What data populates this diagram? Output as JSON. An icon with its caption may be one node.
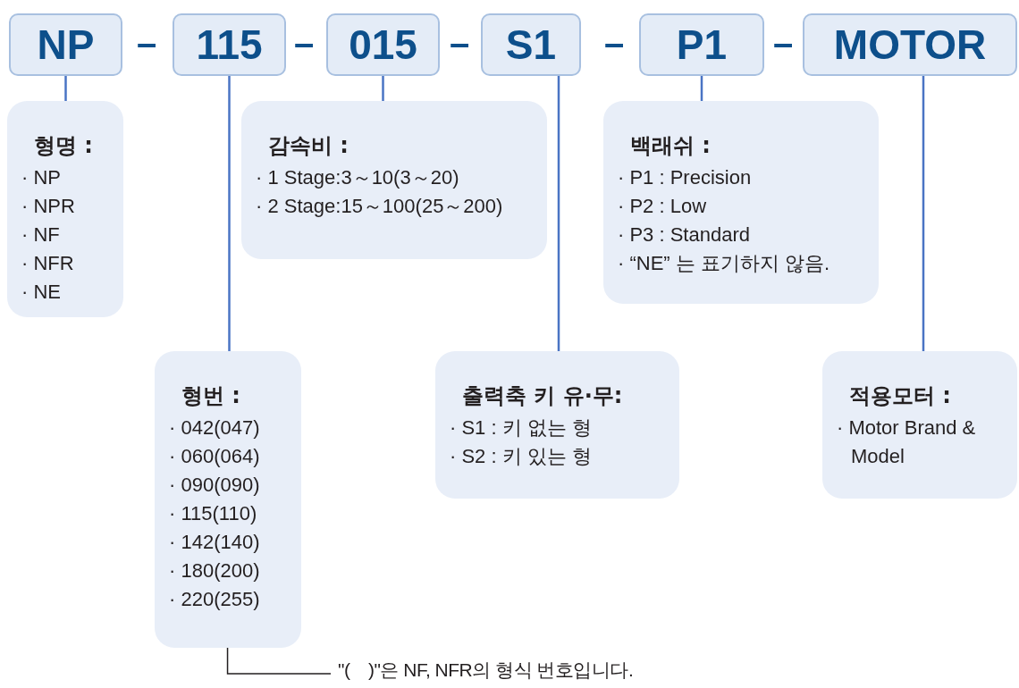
{
  "diagram": {
    "nodes": [
      {
        "text": [
          "NP"
        ]
      },
      {
        "text": [
          "115"
        ]
      },
      {
        "text": [
          "015"
        ]
      },
      {
        "text": [
          "S1"
        ]
      },
      {
        "text": [
          "P1"
        ]
      },
      {
        "text": [
          "MOTOR"
        ]
      },
      {
        "text": [
          "형명 :",
          "· NP",
          "· NPR",
          "· NF",
          "· NFR",
          "· NE"
        ]
      },
      {
        "text": [
          "감속비 :",
          "· 1 Stage:3～10(3～20)",
          "· 2 Stage:15～100(25～200)"
        ]
      },
      {
        "text": [
          "백래쉬 :",
          "· P1 : Precision",
          "· P2 : Low",
          "· P3 : Standard",
          "· “NE” 는 표기하지 않음."
        ]
      },
      {
        "text": [
          "형번 :",
          "· 042(047)",
          "· 060(064)",
          "· 090(090)",
          "· 115(110)",
          "· 142(140)",
          "· 180(200)",
          "· 220(255)"
        ]
      },
      {
        "text": [
          "출력축 키 유·무:",
          "· S1 : 키 없는 형",
          "· S2 : 키 있는 형"
        ]
      },
      {
        "text": [
          "적용모터 :",
          "· Motor Brand & Model"
        ]
      },
      {
        "text": [
          "\"(　)\"은 NF, NFR의 형식 번호입니다."
        ]
      }
    ],
    "edges": [
      {
        "from": 0,
        "to": 6,
        "arrow": "none"
      },
      {
        "from": 1,
        "to": 9,
        "arrow": "none"
      },
      {
        "from": 2,
        "to": 7,
        "arrow": "none"
      },
      {
        "from": 3,
        "to": 10,
        "arrow": "none"
      },
      {
        "from": 4,
        "to": 8,
        "arrow": "none"
      },
      {
        "from": 5,
        "to": 11,
        "arrow": "none"
      },
      {
        "from": 12,
        "to": 9,
        "arrow": "none",
        "color": "#231f20"
      }
    ],
    "labels": [
      "–",
      "–",
      "–",
      "–",
      "–"
    ]
  }
}
